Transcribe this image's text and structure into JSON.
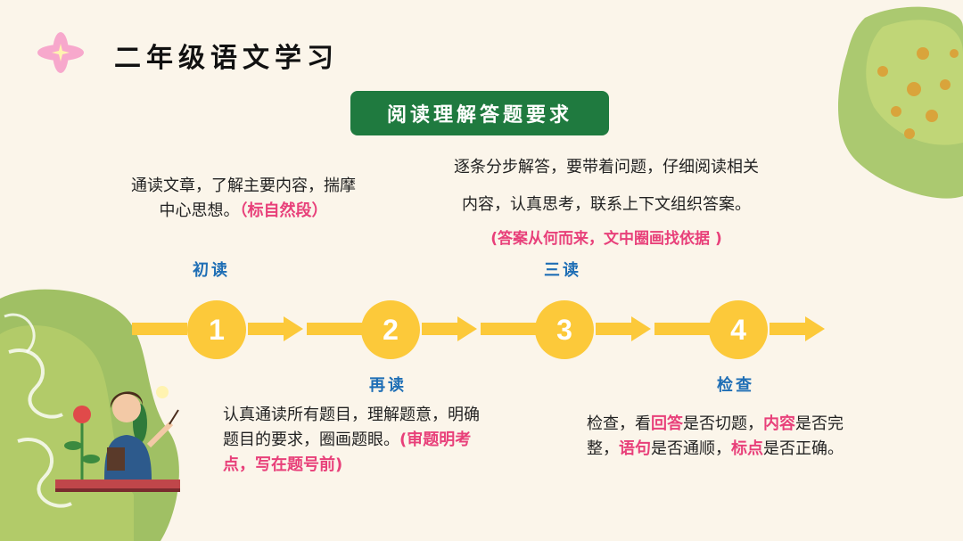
{
  "header": {
    "title": "二年级语文学习"
  },
  "badge": {
    "text": "阅读理解答题要求"
  },
  "steps": [
    {
      "number": "1",
      "label": "初读",
      "text": "通读文章，了解主要内容，揣摩",
      "text2": "中心思想。",
      "note": "（标自然段）"
    },
    {
      "number": "2",
      "label": "再读",
      "text": "认真通读所有题目，理解题意，明确",
      "text2": "题目的要求，圈画题眼。",
      "note": "(审题明考",
      "note2": "点，写在题号前)"
    },
    {
      "number": "3",
      "label": "三读",
      "text": "逐条分步解答，要带着问题，仔细阅读相关",
      "text2": "内容，认真思考，联系上下文组织答案。",
      "note": "(答案从何而来，文中圈画找依据 )"
    },
    {
      "number": "4",
      "label": "检查",
      "parts": [
        "检查，看",
        "回答",
        "是否切题，",
        "内容",
        "是否完",
        "整，",
        "语句",
        "是否通顺，",
        "标点",
        "是否正确。"
      ]
    }
  ],
  "colors": {
    "accent": "#fcc93a",
    "badge": "#1f7a3f",
    "highlight": "#e8407a",
    "label": "#1e6eb5"
  },
  "icons": [
    "sparkle-icon",
    "teacher-illustration",
    "watercolor-blob"
  ]
}
